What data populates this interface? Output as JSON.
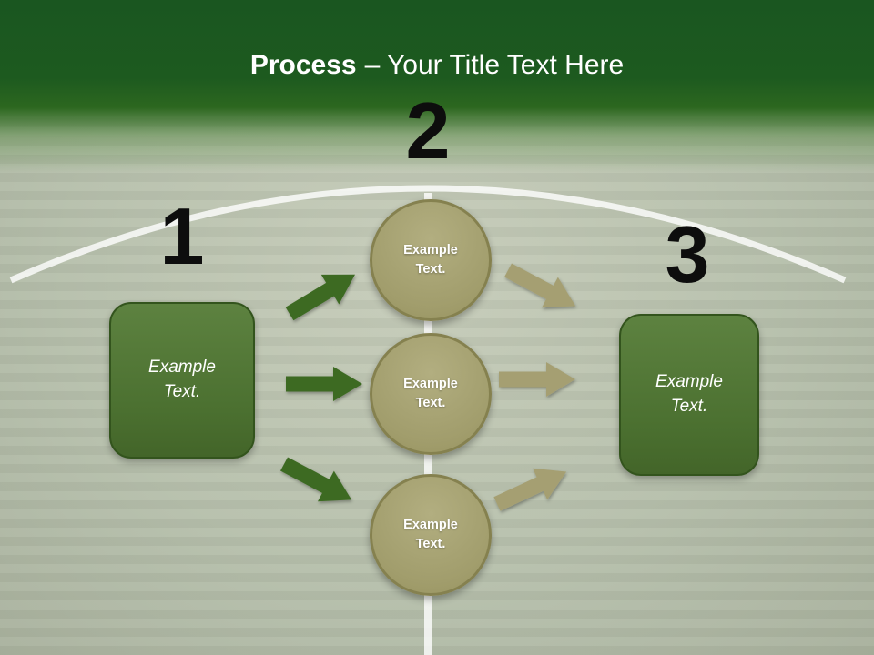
{
  "title": {
    "bold": "Process",
    "rest": "– Your Title Text Here"
  },
  "steps": {
    "one": "1",
    "two": "2",
    "three": "3"
  },
  "left_box": {
    "label": "Example Text."
  },
  "right_box": {
    "label": "Example Text."
  },
  "circles": [
    {
      "label": "Example Text."
    },
    {
      "label": "Example Text."
    },
    {
      "label": "Example Text."
    }
  ],
  "colors": {
    "header_green": "#1d5a20",
    "field_green": "#b6bfab",
    "box_green": "#4b7030",
    "box_border": "#33541d",
    "circle_olive": "#a19d6c",
    "circle_border": "#85814f",
    "arrow_dark_green": "#3d6a24",
    "arrow_olive": "#a59f72",
    "number_color": "#0d0d0d",
    "title_color": "#ffffff",
    "line_white": "#ffffff"
  }
}
